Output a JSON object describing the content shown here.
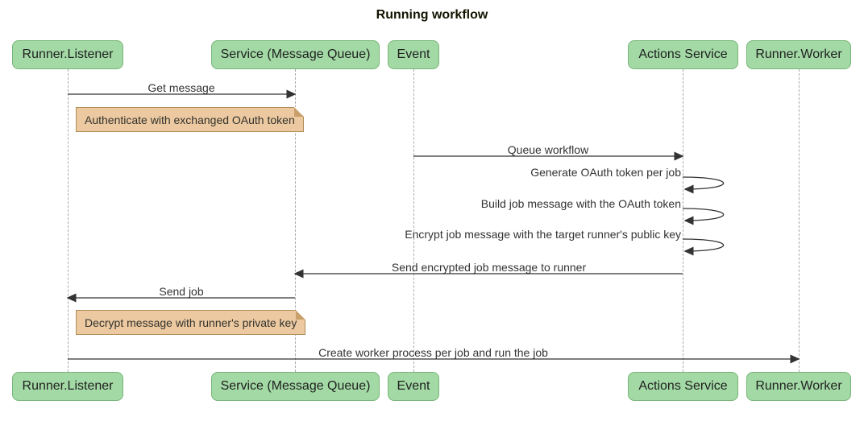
{
  "title": "Running workflow",
  "participants": [
    {
      "label": "Runner.Listener"
    },
    {
      "label": "Service (Message Queue)"
    },
    {
      "label": "Event"
    },
    {
      "label": "Actions Service"
    },
    {
      "label": "Runner.Worker"
    }
  ],
  "messages": [
    {
      "text": "Get message",
      "from": "Runner.Listener",
      "to": "Service (Message Queue)",
      "type": "solid"
    },
    {
      "text": "Queue workflow",
      "from": "Event",
      "to": "Actions Service",
      "type": "solid"
    },
    {
      "text": "Generate OAuth token per job",
      "from": "Actions Service",
      "to": "Actions Service",
      "type": "self"
    },
    {
      "text": "Build job message with the OAuth token",
      "from": "Actions Service",
      "to": "Actions Service",
      "type": "self"
    },
    {
      "text": "Encrypt job message with the target runner's public key",
      "from": "Actions Service",
      "to": "Actions Service",
      "type": "self"
    },
    {
      "text": "Send encrypted job message to runner",
      "from": "Actions Service",
      "to": "Service (Message Queue)",
      "type": "solid"
    },
    {
      "text": "Send job",
      "from": "Service (Message Queue)",
      "to": "Runner.Listener",
      "type": "solid"
    },
    {
      "text": "Create worker process per job and run the job",
      "from": "Runner.Listener",
      "to": "Runner.Worker",
      "type": "solid"
    }
  ],
  "notes": [
    {
      "text": "Authenticate with exchanged OAuth token"
    },
    {
      "text": "Decrypt message with runner's private key"
    }
  ],
  "colors": {
    "background": "#ffffff",
    "participant_fill": "#a3d9a5",
    "participant_border": "#77b577",
    "note_fill": "#ecc9a0",
    "note_border": "#b08d57",
    "line": "#333333",
    "lifeline": "#aaaaaa"
  }
}
